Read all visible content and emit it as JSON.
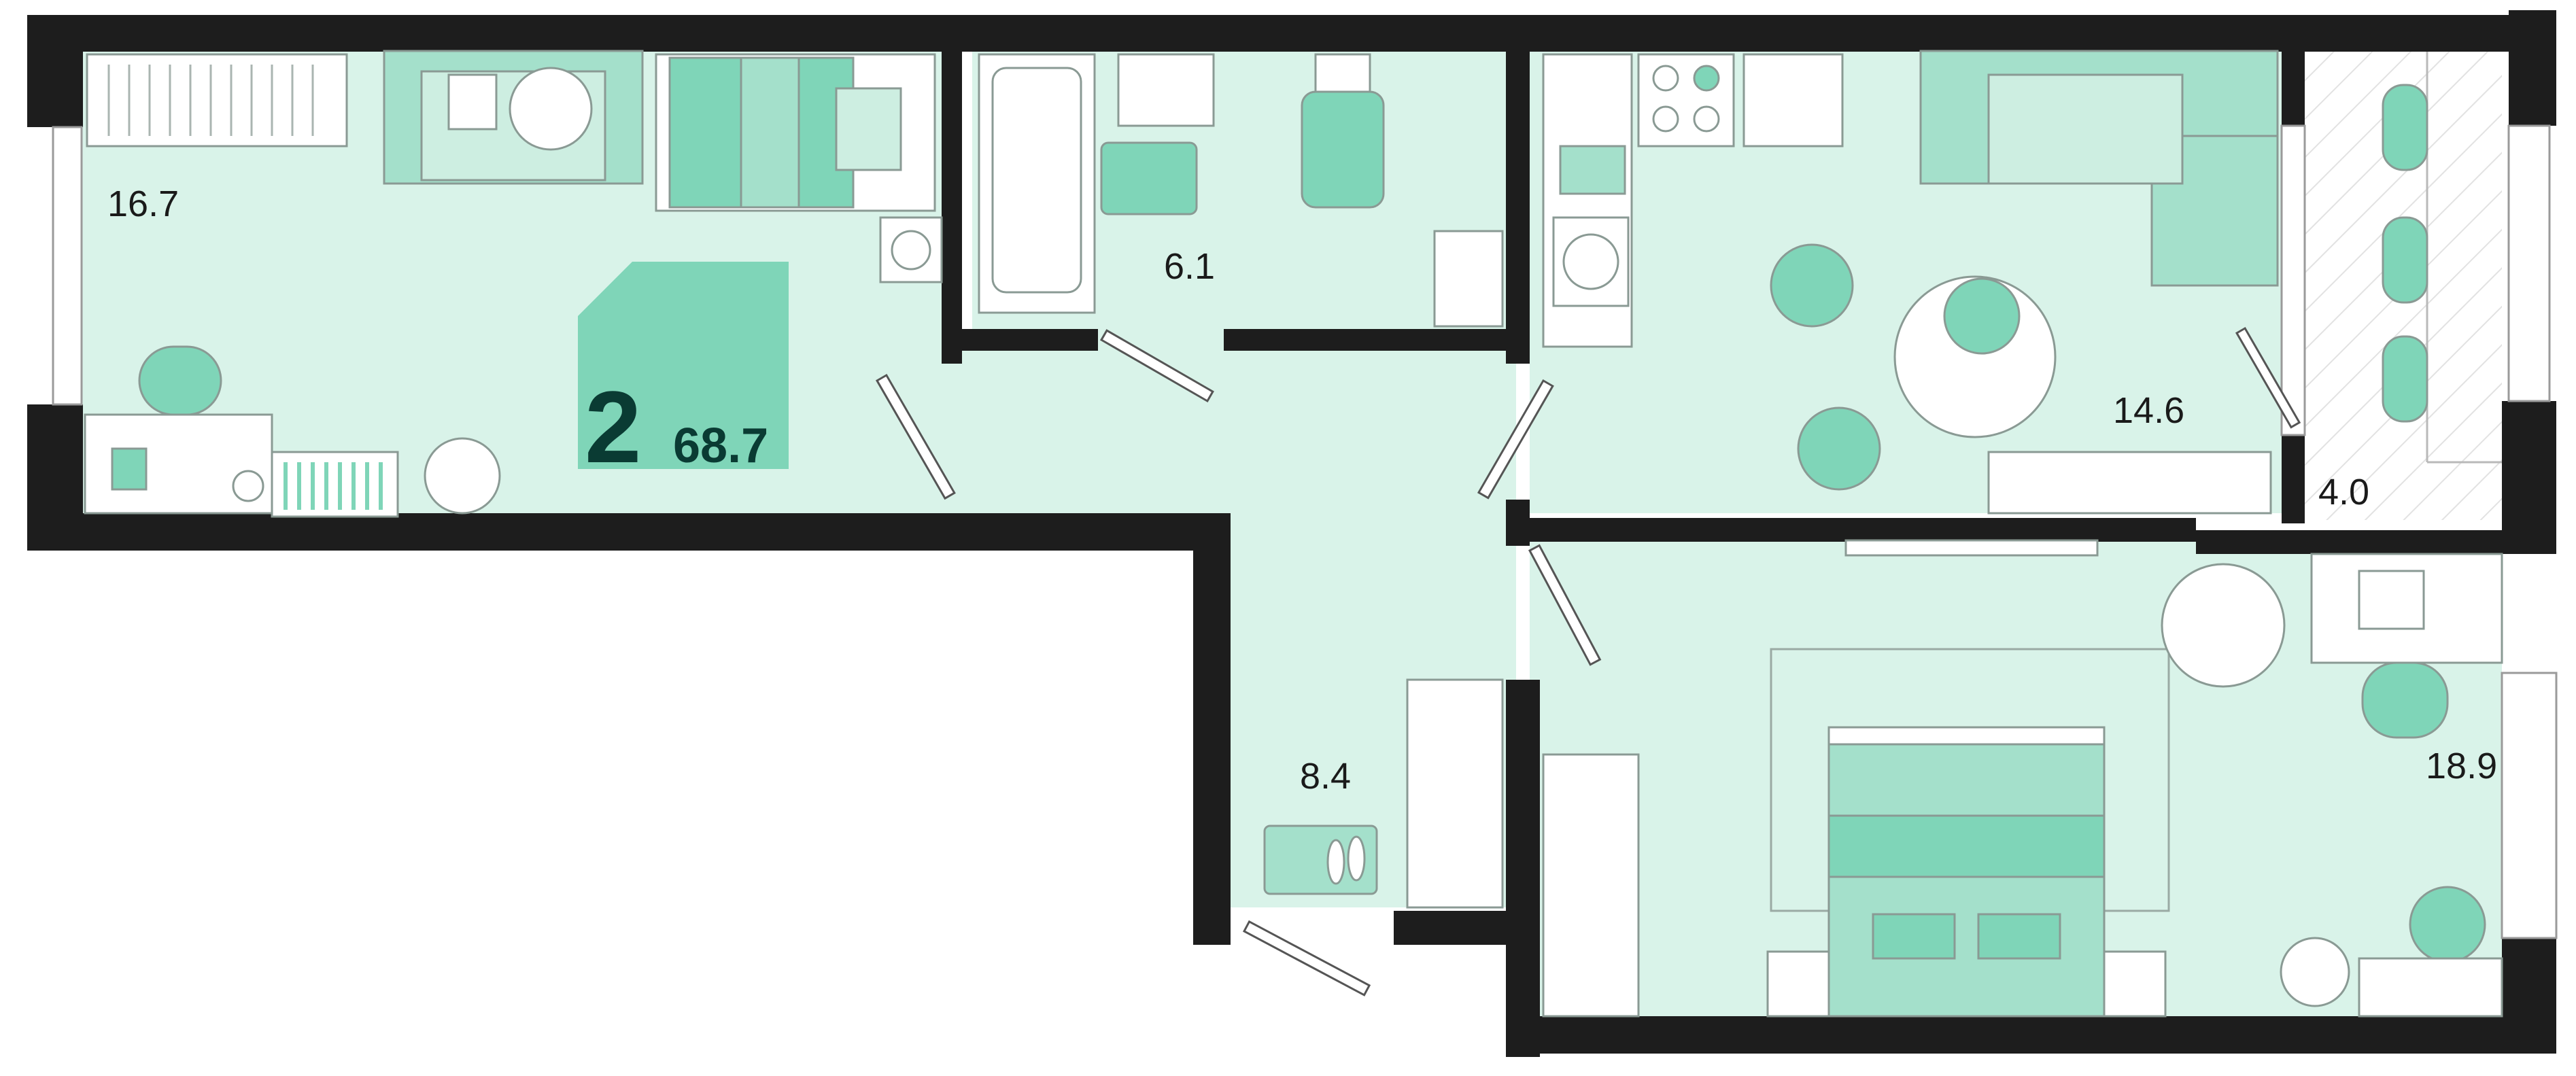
{
  "plan": {
    "rooms_count": "2",
    "total_area": "68.7",
    "colors": {
      "floor": "#d9f3e9",
      "wall": "#1d1d1d",
      "accent": "#7fd5b8",
      "accent_dark": "#0a3b33",
      "furniture_stroke": "#7a8a84"
    }
  },
  "rooms": [
    {
      "id": "living-room",
      "area": "16.7"
    },
    {
      "id": "bathroom",
      "area": "6.1"
    },
    {
      "id": "kitchen",
      "area": "14.6"
    },
    {
      "id": "balcony",
      "area": "4.0"
    },
    {
      "id": "hallway",
      "area": "8.4"
    },
    {
      "id": "bedroom",
      "area": "18.9"
    }
  ]
}
